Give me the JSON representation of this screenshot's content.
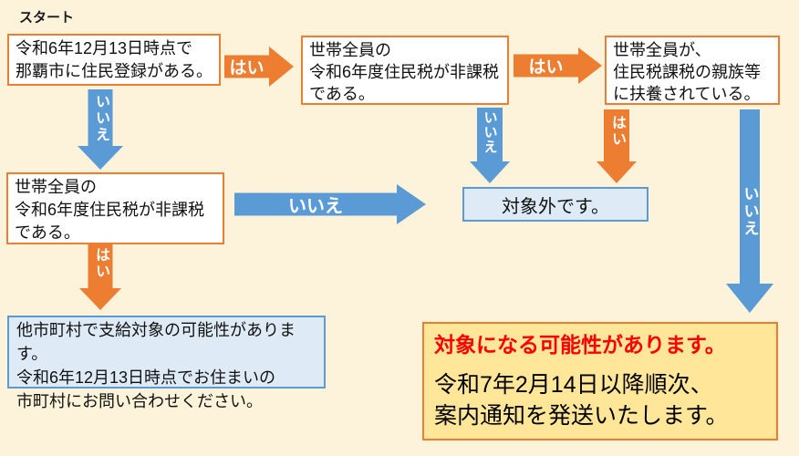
{
  "title": "スタート",
  "colors": {
    "background": "#FCF3DA",
    "orange": "#ED7D31",
    "blue": "#5B9BD5",
    "light_blue_fill": "#DEEBF7",
    "yellow_fill": "#FFE699",
    "red_text": "#FF0000",
    "box_bg": "#FFFFFF"
  },
  "boxes": {
    "q1": "令和6年12月13日時点で\n那覇市に住民登録がある。",
    "q2": "世帯全員の\n令和6年度住民税が非課税\nである。",
    "q3": "世帯全員が、\n住民税課税の親族等\nに扶養されている。",
    "q4": "世帯全員の\n令和6年度住民税が非課税\nである。",
    "not_eligible": "対象外です。",
    "other_municipality": "他市町村で支給対象の可能性があります。\n令和6年12月13日時点でお住まいの\n市町村にお問い合わせください。",
    "eligible_headline": "対象になる可能性があります。",
    "eligible_body": "令和7年2月14日以降順次、\n案内通知を発送いたします。"
  },
  "arrow_labels": {
    "q1_yes": "はい",
    "q1_no": "いいえ",
    "q2_yes": "はい",
    "q2_no": "いいえ",
    "q3_yes": "はい",
    "q3_no": "いいえ",
    "q4_yes": "はい",
    "q4_no": "いいえ"
  }
}
